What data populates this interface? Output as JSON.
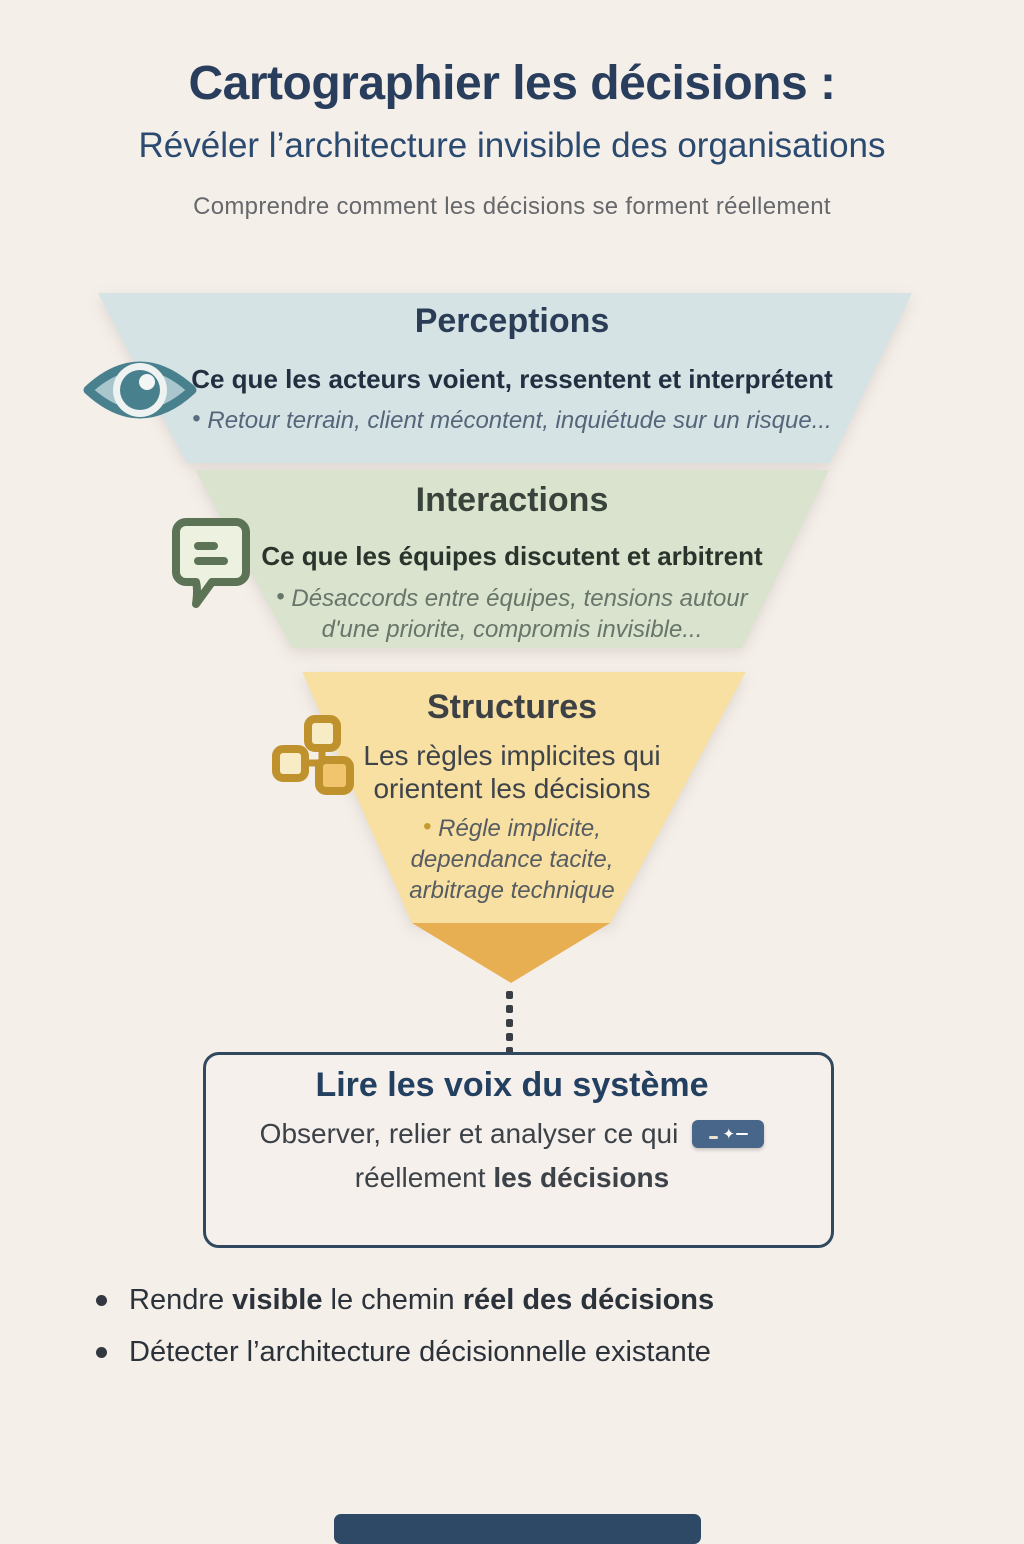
{
  "header": {
    "title": "Cartographier les décisions :",
    "subtitle": "Révéler l’architecture invisible des organisations",
    "tagline": "Comprendre comment les décisions se forment réellement"
  },
  "funnel": {
    "layers": [
      {
        "id": "perceptions",
        "title": "Perceptions",
        "description": "Ce que les acteurs voient, ressentent et interprétent",
        "icon": "eye-icon",
        "color": "#d5e3e4",
        "example_lines": [
          "Retour terrain, client mécontent, inquiétude sur un risque..."
        ]
      },
      {
        "id": "interactions",
        "title": "Interactions",
        "description": "Ce que les équipes discutent et arbitrent",
        "icon": "speech-bubble-icon",
        "color": "#d9e3cd",
        "example_lines": [
          "Désaccords entre équipes, tensions autour",
          "d'une priorite, compromis invisible..."
        ]
      },
      {
        "id": "structures",
        "title": "Structures",
        "description_lines": [
          "Les règles implicites qui",
          "orientent les décisions"
        ],
        "icon": "org-chart-icon",
        "color": "#f7e0a2",
        "tip_color": "#e8ae52",
        "example_lines": [
          "Régle implicite,",
          "dependance tacite,",
          "arbitrage technique"
        ]
      }
    ]
  },
  "result_box": {
    "title": "Lire les voix du système",
    "line1": "Observer, relier et analyser ce qui",
    "badge_icon": "sparkle-badge",
    "line2_segments": [
      {
        "t": "réellement "
      },
      {
        "t": "les décisions",
        "b": true
      }
    ]
  },
  "footer_bullets": [
    {
      "segments": [
        {
          "t": "Rendre "
        },
        {
          "t": "visible",
          "b": true
        },
        {
          "t": "  le chemin "
        },
        {
          "t": "réel des décisions",
          "b": true
        }
      ]
    },
    {
      "segments": [
        {
          "t": "Détecter l’architecture décisionnelle existante"
        }
      ]
    }
  ],
  "colors": {
    "background": "#f5efea",
    "title_navy": "#293e5d",
    "perceptions_fill": "#d5e3e4",
    "interactions_fill": "#d9e3cd",
    "structures_fill": "#f7e0a2",
    "funnel_tip": "#e8ae52",
    "box_border": "#31495f",
    "badge_bg": "#47668a",
    "eye_teal": "#49808e",
    "bubble_green": "#5c7455",
    "org_gold": "#c0922d"
  }
}
